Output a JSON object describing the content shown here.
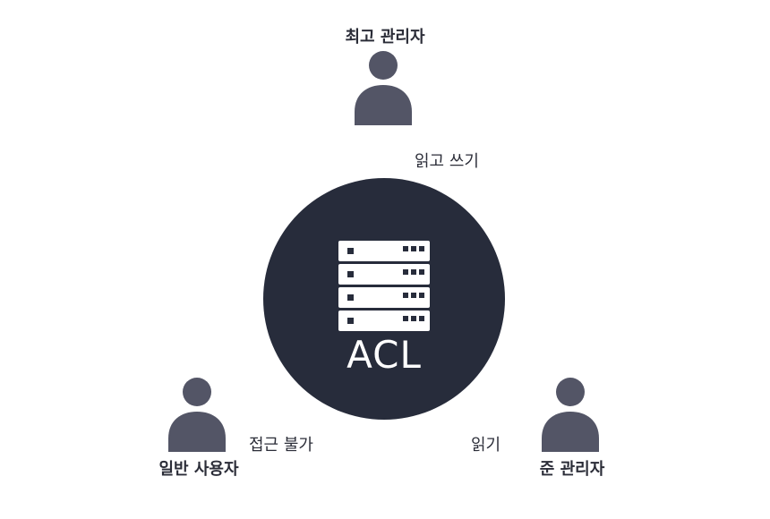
{
  "roles": {
    "super_admin": "최고 관리자",
    "sub_admin": "준 관리자",
    "general_user": "일반 사용자"
  },
  "permissions": {
    "read_write": "읽고 쓰기",
    "read": "읽기",
    "no_access": "접근 불가"
  },
  "center": {
    "label": "ACL",
    "icon": "server-rack-icon"
  },
  "colors": {
    "circle": "#272c3b",
    "person": "#535566",
    "text": "#2b2d38"
  }
}
